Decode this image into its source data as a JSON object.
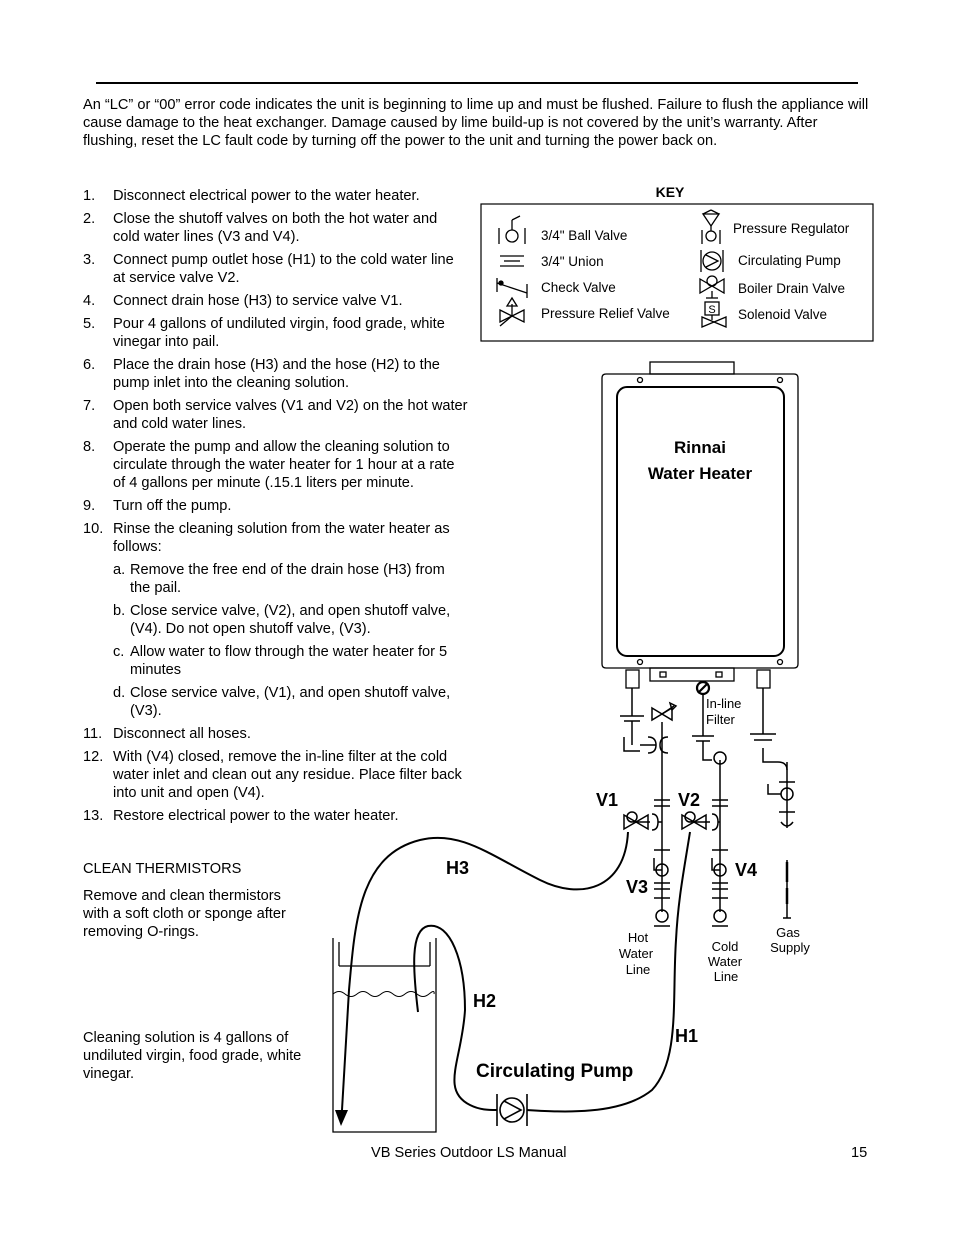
{
  "intro": "An “LC” or “00” error code indicates the unit is beginning to lime up and must be flushed.  Failure to flush the appliance will cause damage to the heat exchanger.  Damage caused by lime build-up is not covered by the unit’s warranty.  After flushing, reset the LC fault code by turning off the power to the unit and turning the power back on.",
  "steps": [
    {
      "num": "1.",
      "text": "Disconnect electrical power to the water heater."
    },
    {
      "num": "2.",
      "text": "Close the shutoff valves on both the hot water and cold water lines (V3 and V4)."
    },
    {
      "num": "3.",
      "text": "Connect pump outlet hose (H1) to the cold water line at service valve V2."
    },
    {
      "num": "4.",
      "text": "Connect drain hose (H3) to service valve V1."
    },
    {
      "num": "5.",
      "text": "Pour 4 gallons of undiluted virgin, food grade, white vinegar into pail."
    },
    {
      "num": "6.",
      "text": "Place the drain hose (H3) and the hose (H2) to the pump inlet into the cleaning solution."
    },
    {
      "num": "7.",
      "text": "Open both service valves (V1 and V2) on the hot water and cold water lines."
    },
    {
      "num": "8.",
      "text": "Operate the pump and allow the cleaning solution to circulate through the water heater for 1 hour at a rate of 4 gallons per minute (.15.1 liters per minute."
    },
    {
      "num": "9.",
      "text": "Turn off the pump."
    },
    {
      "num": "10.",
      "text": "Rinse the cleaning solution from the water heater as follows:"
    },
    {
      "num": "11.",
      "text": "Disconnect all hoses."
    },
    {
      "num": "12.",
      "text": "With (V4) closed, remove the in-line filter at the cold water inlet and clean out any residue.  Place filter back into unit and open (V4)."
    },
    {
      "num": "13.",
      "text": "Restore electrical power to the water heater."
    }
  ],
  "substeps": [
    {
      "letter": "a.",
      "text": "Remove the free end of the drain hose (H3) from the pail."
    },
    {
      "letter": "b.",
      "text": "Close service valve, (V2), and open shutoff valve, (V4).  Do not open shutoff valve, (V3)."
    },
    {
      "letter": "c.",
      "text": "Allow water to flow through the water heater for 5 minutes"
    },
    {
      "letter": "d.",
      "text": "Close service valve, (V1), and open shutoff valve, (V3)."
    }
  ],
  "clean_thermistors": {
    "heading": "CLEAN THERMISTORS",
    "text": "Remove and clean thermistors with a soft cloth or sponge after removing O-rings."
  },
  "solution_note": "Cleaning solution is 4 gallons of undiluted virgin, food grade, white vinegar.",
  "key": {
    "title": "KEY",
    "items_left": [
      "3/4\" Ball Valve",
      "3/4\" Union",
      "Check Valve",
      "Pressure Relief Valve"
    ],
    "items_right": [
      "Pressure Regulator",
      "Circulating Pump",
      "Boiler Drain Valve",
      "Solenoid Valve"
    ],
    "solenoid_letter": "S"
  },
  "diagram": {
    "heater_line1": "Rinnai",
    "heater_line2": "Water Heater",
    "inline_filter_1": "In-line",
    "inline_filter_2": "Filter",
    "v1": "V1",
    "v2": "V2",
    "v3": "V3",
    "v4": "V4",
    "h1": "H1",
    "h2": "H2",
    "h3": "H3",
    "hot_1": "Hot",
    "hot_2": "Water",
    "hot_3": "Line",
    "cold_1": "Cold",
    "cold_2": "Water",
    "cold_3": "Line",
    "gas_1": "Gas",
    "gas_2": "Supply",
    "pump_label": "Circulating Pump"
  },
  "footer": {
    "title": "VB Series Outdoor LS Manual",
    "page": "15"
  }
}
